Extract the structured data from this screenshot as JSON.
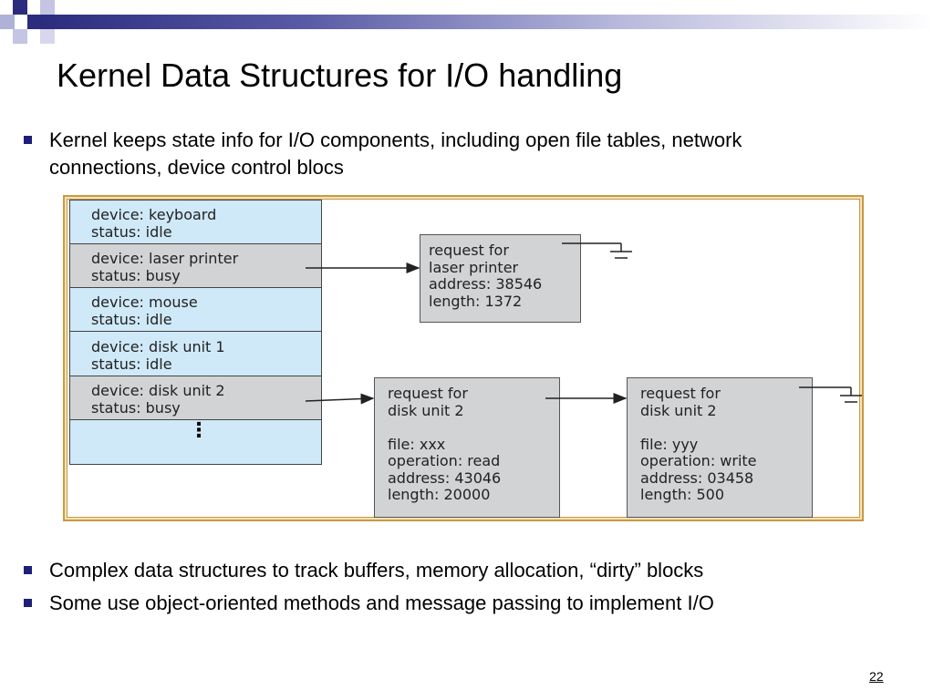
{
  "slide": {
    "title": "Kernel Data Structures for I/O handling",
    "page_number": "22",
    "accent_color": "#1d1f7a",
    "bullets_top": [
      {
        "line1": "Kernel keeps state info for I/O components, including open file tables, network",
        "line2": "connections, device control blocs"
      }
    ],
    "bullets_bottom": [
      "Complex data structures to track buffers, memory allocation, “dirty” blocks",
      "Some use object-oriented methods and message passing to implement I/O"
    ]
  },
  "diagram": {
    "device_table": [
      {
        "device": "device: keyboard",
        "status": "status: idle"
      },
      {
        "device": "device: laser printer",
        "status": "status: busy"
      },
      {
        "device": "device: mouse",
        "status": "status: idle"
      },
      {
        "device": "device: disk unit 1",
        "status": "status: idle"
      },
      {
        "device": "device: disk unit 2",
        "status": "status: busy"
      }
    ],
    "ellipsis": "⋮",
    "requests": {
      "printer": [
        "request for",
        "laser printer",
        "address: 38546",
        "length: 1372"
      ],
      "disk_a": [
        "request for",
        "disk unit 2",
        "",
        "file: xxx",
        "operation: read",
        "address: 43046",
        "length: 20000"
      ],
      "disk_b": [
        "request for",
        "disk unit 2",
        "",
        "file: yyy",
        "operation: write",
        "address: 03458",
        "length: 500"
      ]
    },
    "colors": {
      "idle_row": "#cfe9f8",
      "busy_row": "#d2d3d5",
      "frame": "#c89a44"
    }
  }
}
